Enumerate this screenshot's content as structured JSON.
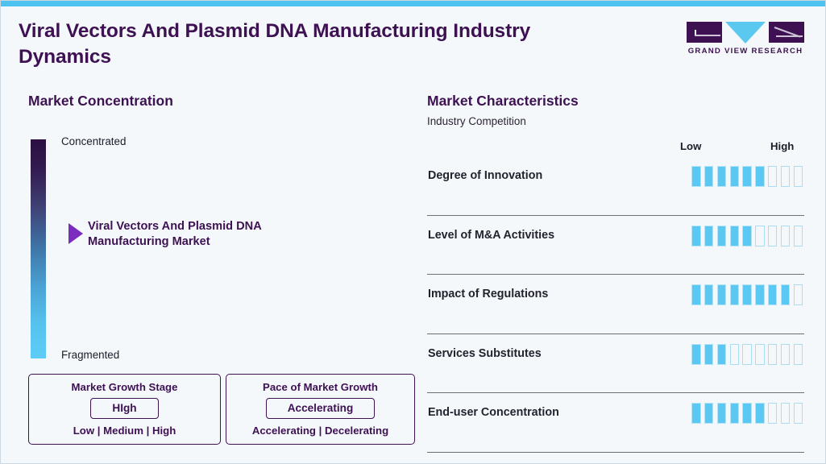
{
  "header": {
    "title": "Viral Vectors And Plasmid DNA Manufacturing Industry Dynamics",
    "logo_text": "GRAND VIEW RESEARCH",
    "logo_icon_left": "rectangle-mark-icon",
    "logo_icon_middle": "triangle-down-icon",
    "logo_icon_right": "rectangle-mark-icon"
  },
  "colors": {
    "brand_purple": "#3d1152",
    "accent_cyan": "#4ec3f0",
    "bar_filled": "#5ac8f2",
    "bar_empty_border": "#a8ddf3",
    "marker_purple": "#7b2cbf",
    "panel_bg": "#f4f8fb"
  },
  "market_concentration": {
    "section_title": "Market Concentration",
    "scale_top_label": "Concentrated",
    "scale_bottom_label": "Fragmented",
    "marker_label": "Viral Vectors And Plasmid DNA Manufacturing Market",
    "marker_position_percent": 41,
    "gradient_from": "#2b0f41",
    "gradient_to": "#5ccdf7"
  },
  "stat_boxes": [
    {
      "heading": "Market Growth Stage",
      "value": "HIgh",
      "options": "Low | Medium | High"
    },
    {
      "heading": "Pace of Market Growth",
      "value": "Accelerating",
      "options": "Accelerating | Decelerating"
    }
  ],
  "market_characteristics": {
    "section_title": "Market Characteristics",
    "subtitle": "Industry Competition",
    "scale_low": "Low",
    "scale_high": "High"
  },
  "chart_data": {
    "type": "bar",
    "title": "Market Characteristics",
    "subtitle": "Industry Competition",
    "xlabel": "",
    "ylabel": "",
    "scale_min_label": "Low",
    "scale_max_label": "High",
    "segments_total": 9,
    "categories": [
      "Degree of Innovation",
      "Level of M&A Activities",
      "Impact of Regulations",
      "Services Substitutes",
      "End-user Concentration"
    ],
    "values": [
      6,
      5,
      8,
      3,
      6
    ],
    "ylim": [
      0,
      9
    ],
    "grid": false,
    "legend": "none"
  }
}
